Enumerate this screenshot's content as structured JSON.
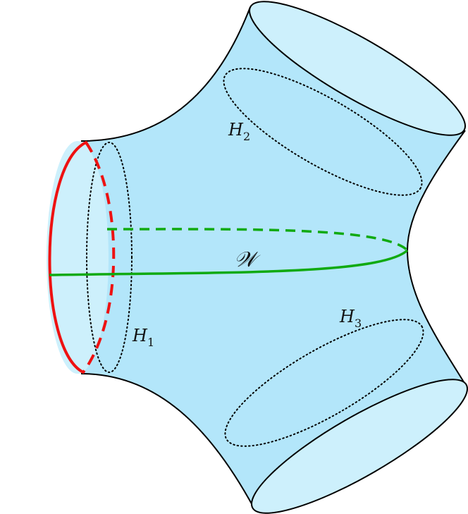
{
  "labels": {
    "h1": {
      "base": "H",
      "sub": "1"
    },
    "h2": {
      "base": "H",
      "sub": "2"
    },
    "h3": {
      "base": "H",
      "sub": "3"
    },
    "w": "𝒲"
  },
  "colors": {
    "surface": "#b3e6fa",
    "cuff": "#cdf0fc",
    "outline": "#000000",
    "boundary": "#ee1111",
    "wall": "#11aa11"
  }
}
